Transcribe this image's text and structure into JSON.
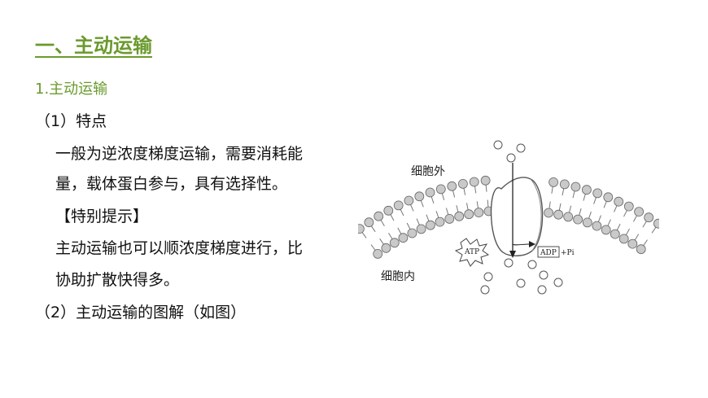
{
  "heading": "一、主动运输",
  "subheading": "1.主动运输",
  "items": {
    "point1": "（1）特点",
    "desc1": "一般为逆浓度梯度运输，需要消耗能",
    "desc2": "量，载体蛋白参与，具有选择性。",
    "tip_title": "【特别提示】",
    "tip1": "主动运输也可以顺浓度梯度进行，比",
    "tip2": "协助扩散快得多。",
    "point2": "（2）主动运输的图解（如图）"
  },
  "figure": {
    "outside_label": "细胞外",
    "inside_label": "细胞内",
    "atp_label": "ATP",
    "adp_label": "ADP",
    "pi_label": "+Pi"
  },
  "colors": {
    "accent": "#6a9a2d"
  }
}
